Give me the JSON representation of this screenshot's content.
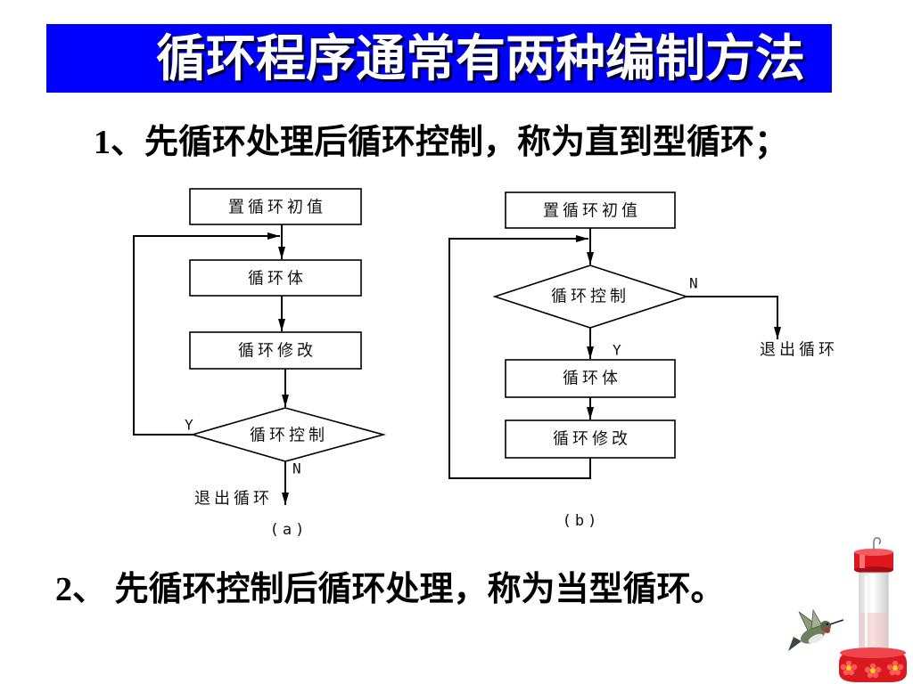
{
  "slide": {
    "title": "循环程序通常有两种编制方法",
    "point_1": "1、先循环处理后循环控制，称为直到型循环；",
    "point_2": "2、 先循环控制后循环处理，称为当型循环。"
  },
  "flowchart_a": {
    "init": "置循环初值",
    "body": "循环体",
    "modify": "循环修改",
    "control": "循环控制",
    "yes": "Y",
    "no": "N",
    "exit": "退出循环",
    "caption": "(a)"
  },
  "flowchart_b": {
    "init": "置循环初值",
    "control": "循环控制",
    "no": "N",
    "exit": "退出循环",
    "yes": "Y",
    "body": "循环体",
    "modify": "循环修改",
    "caption": "(b)"
  },
  "colors": {
    "title_bar": "#0000ff",
    "title_text": "#ffffff",
    "text": "#000000",
    "feeder_red": "#e0161e"
  },
  "icons": {
    "decoration": "hummingbird-feeder-icon"
  }
}
